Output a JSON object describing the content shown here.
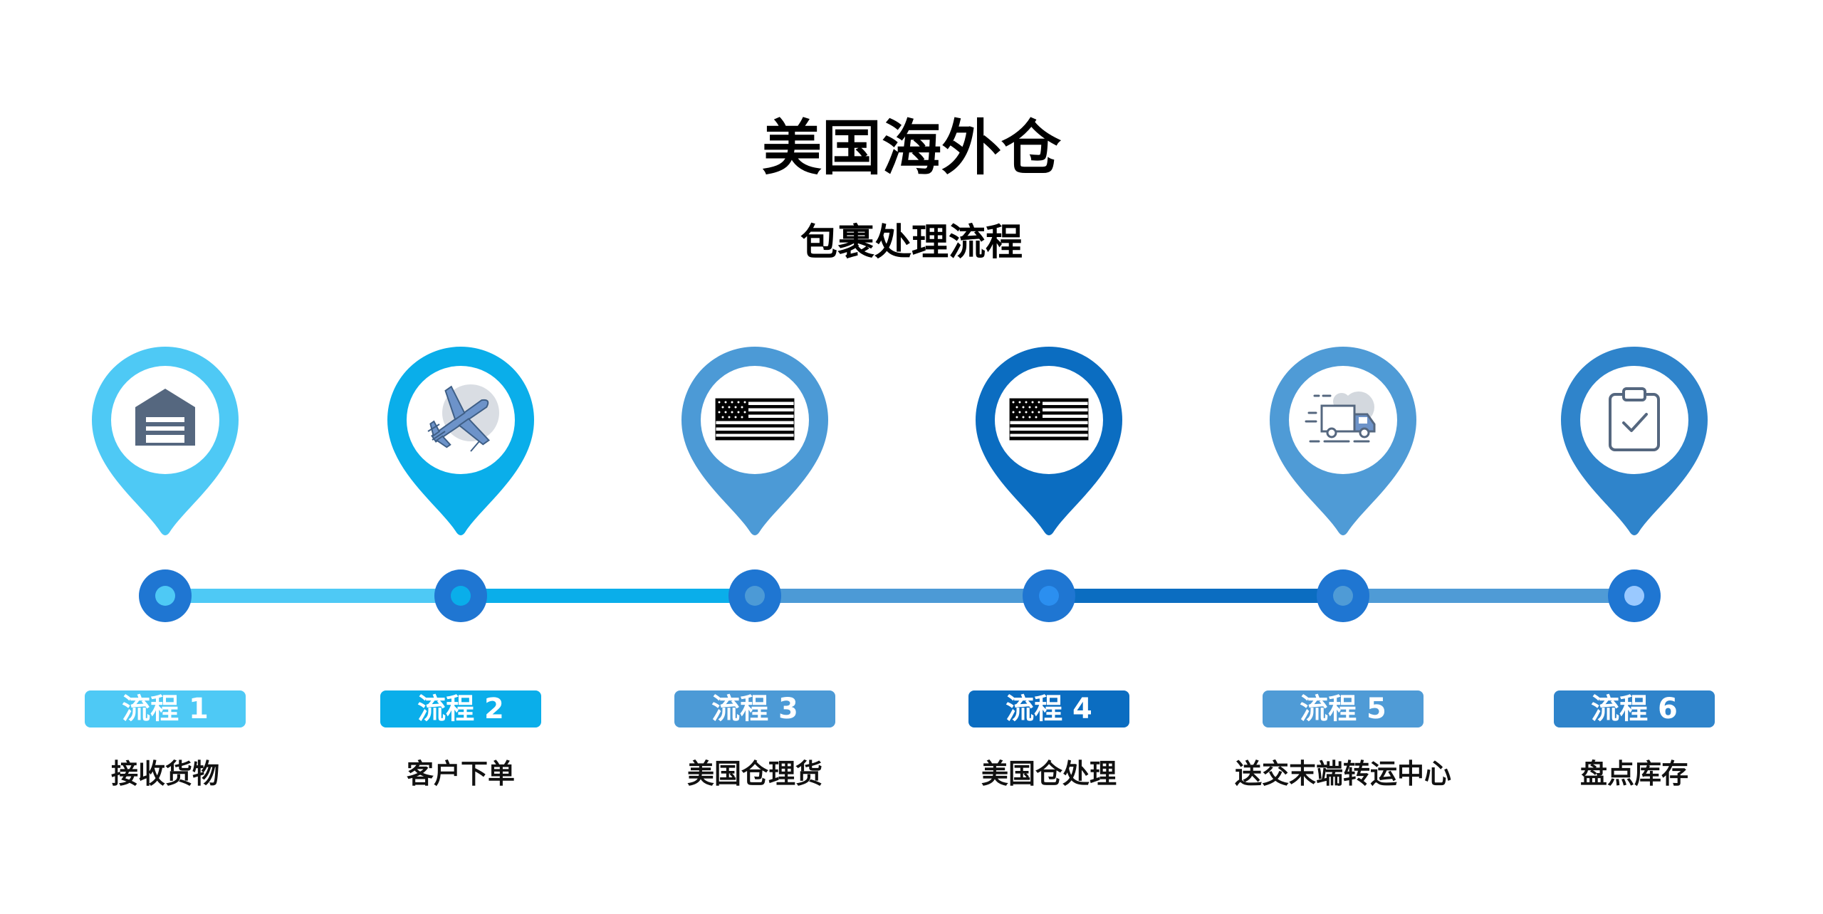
{
  "title": "美国海外仓",
  "subtitle": "包裹处理流程",
  "steps": [
    {
      "label": "流程 1",
      "name": "接收货物",
      "color": "#4ec9f5",
      "icon": "warehouse-icon"
    },
    {
      "label": "流程 2",
      "name": "客户下单",
      "color": "#0aaeea",
      "icon": "airplane-icon"
    },
    {
      "label": "流程 3",
      "name": "美国仓理货",
      "color": "#4c9ad6",
      "icon": "us-flag-icon"
    },
    {
      "label": "流程 4",
      "name": "美国仓处理",
      "color": "#0b6dc1",
      "icon": "us-flag-icon"
    },
    {
      "label": "流程 5",
      "name": "送交末端转运中心",
      "color": "#4f9bd6",
      "icon": "delivery-truck-icon"
    },
    {
      "label": "流程 6",
      "name": "盘点库存",
      "color": "#2f84cb",
      "icon": "clipboard-check-icon"
    }
  ],
  "colors": {
    "node_outer": "#1f76d2",
    "segments": [
      "#4ec9f5",
      "#0aaeea",
      "#4c9ad6",
      "#0b6dc1",
      "#4f9bd6"
    ]
  }
}
